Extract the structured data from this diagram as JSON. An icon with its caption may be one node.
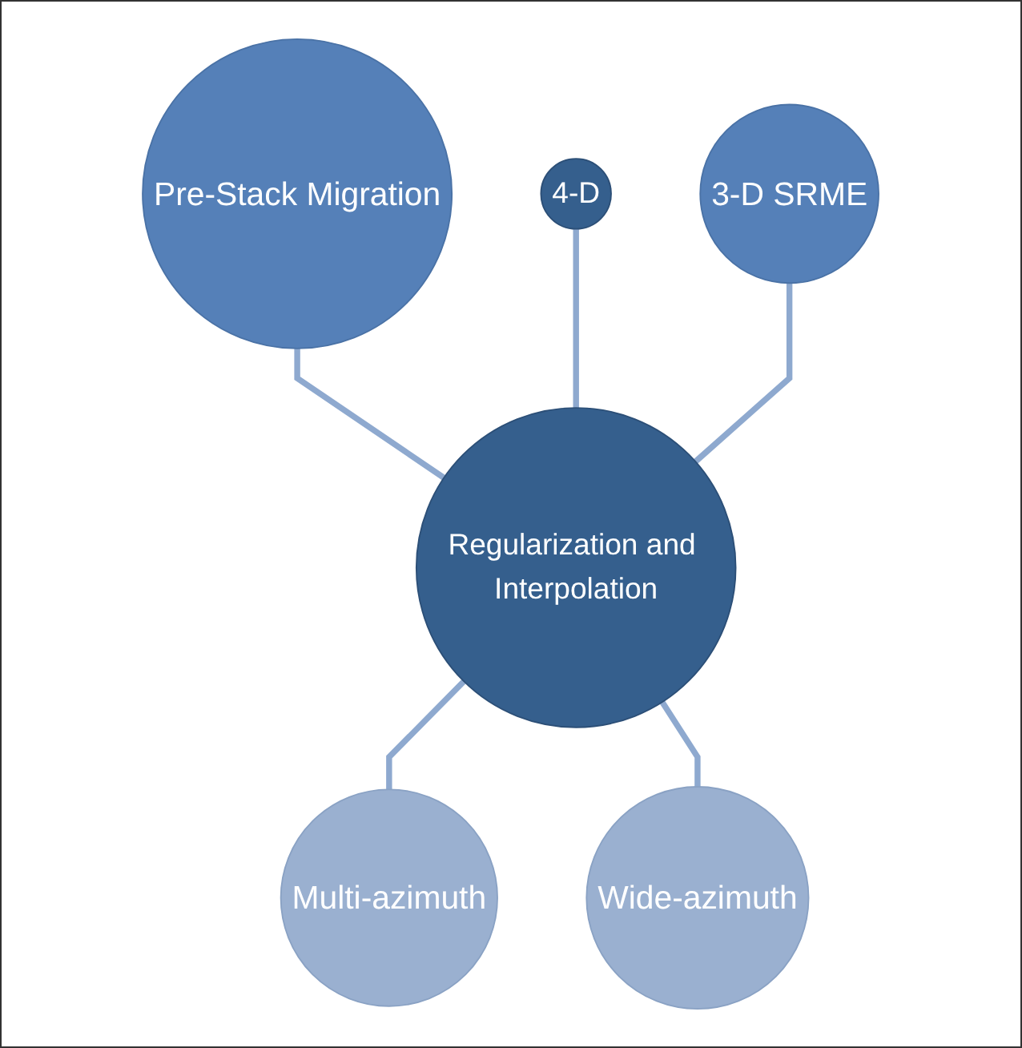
{
  "diagram": {
    "nodes": [
      {
        "text": [
          "4-D"
        ]
      },
      {
        "text": [
          "Pre-Stack Migration"
        ]
      },
      {
        "text": [
          "Regularization and Interpolation"
        ]
      },
      {
        "text": [
          "3-D SRME"
        ]
      },
      {
        "text": [
          "Multi-azimuth"
        ]
      },
      {
        "text": [
          "Wide-azimuth"
        ]
      }
    ],
    "edges": [
      {
        "from": 1,
        "to": 2,
        "arrow": "none"
      },
      {
        "from": 0,
        "to": 2,
        "arrow": "none"
      },
      {
        "from": 3,
        "to": 2,
        "arrow": "none"
      },
      {
        "from": 2,
        "to": 4,
        "arrow": "none"
      },
      {
        "from": 2,
        "to": 5,
        "arrow": "none"
      }
    ]
  }
}
